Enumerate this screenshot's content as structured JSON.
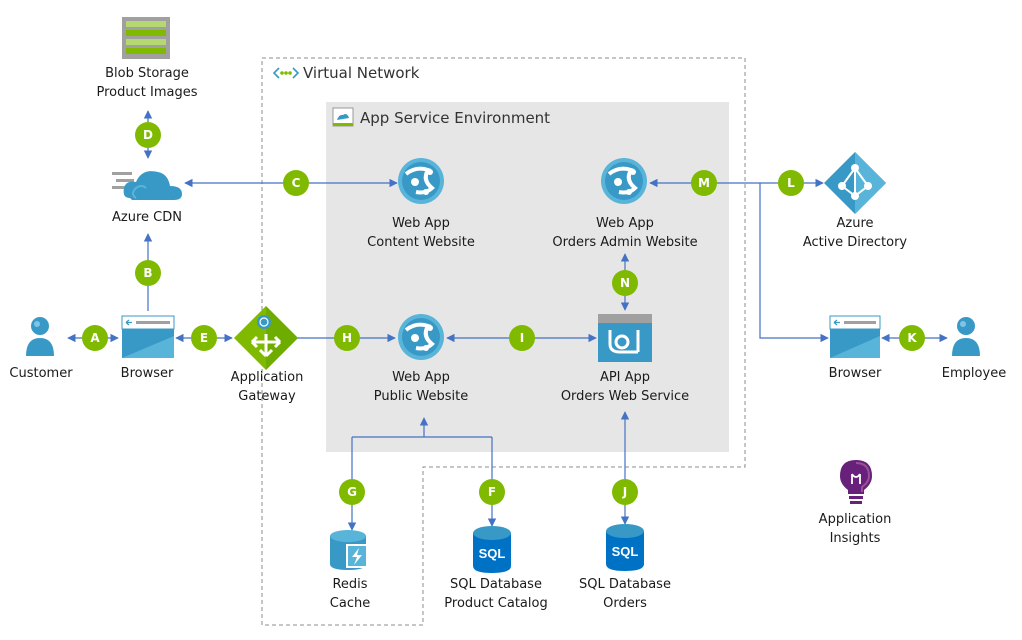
{
  "virtual_network_title": "Virtual Network",
  "ase_title": "App Service Environment",
  "nodes": {
    "blob": {
      "line1": "Blob Storage",
      "line2": "Product Images"
    },
    "cdn": {
      "line1": "Azure CDN"
    },
    "customer": {
      "line1": "Customer"
    },
    "browser_left": {
      "line1": "Browser"
    },
    "gateway": {
      "line1": "Application",
      "line2": "Gateway"
    },
    "content_site": {
      "line1": "Web App",
      "line2": "Content Website"
    },
    "admin_site": {
      "line1": "Web App",
      "line2": "Orders Admin Website"
    },
    "public_site": {
      "line1": "Web App",
      "line2": "Public Website"
    },
    "api_app": {
      "line1": "API App",
      "line2": "Orders Web Service"
    },
    "aad": {
      "line1": "Azure",
      "line2": "Active Directory"
    },
    "browser_right": {
      "line1": "Browser"
    },
    "employee": {
      "line1": "Employee"
    },
    "redis": {
      "line1": "Redis",
      "line2": "Cache"
    },
    "sql_catalog": {
      "line1": "SQL Database",
      "line2": "Product Catalog"
    },
    "sql_orders": {
      "line1": "SQL Database",
      "line2": "Orders"
    },
    "app_insights": {
      "line1": "Application",
      "line2": "Insights"
    }
  },
  "steps": {
    "A": "A",
    "B": "B",
    "C": "C",
    "D": "D",
    "E": "E",
    "F": "F",
    "G": "G",
    "H": "H",
    "I": "I",
    "J": "J",
    "K": "K",
    "L": "L",
    "M": "M",
    "N": "N"
  },
  "icon_text": {
    "sql": "SQL"
  },
  "colors": {
    "connector": "#4472c4",
    "step_badge": "#7fba00",
    "azure_blue": "#3999c6",
    "gateway_green": "#7fba00",
    "insights_purple": "#68217a",
    "ase_fill": "#e6e6e6"
  }
}
